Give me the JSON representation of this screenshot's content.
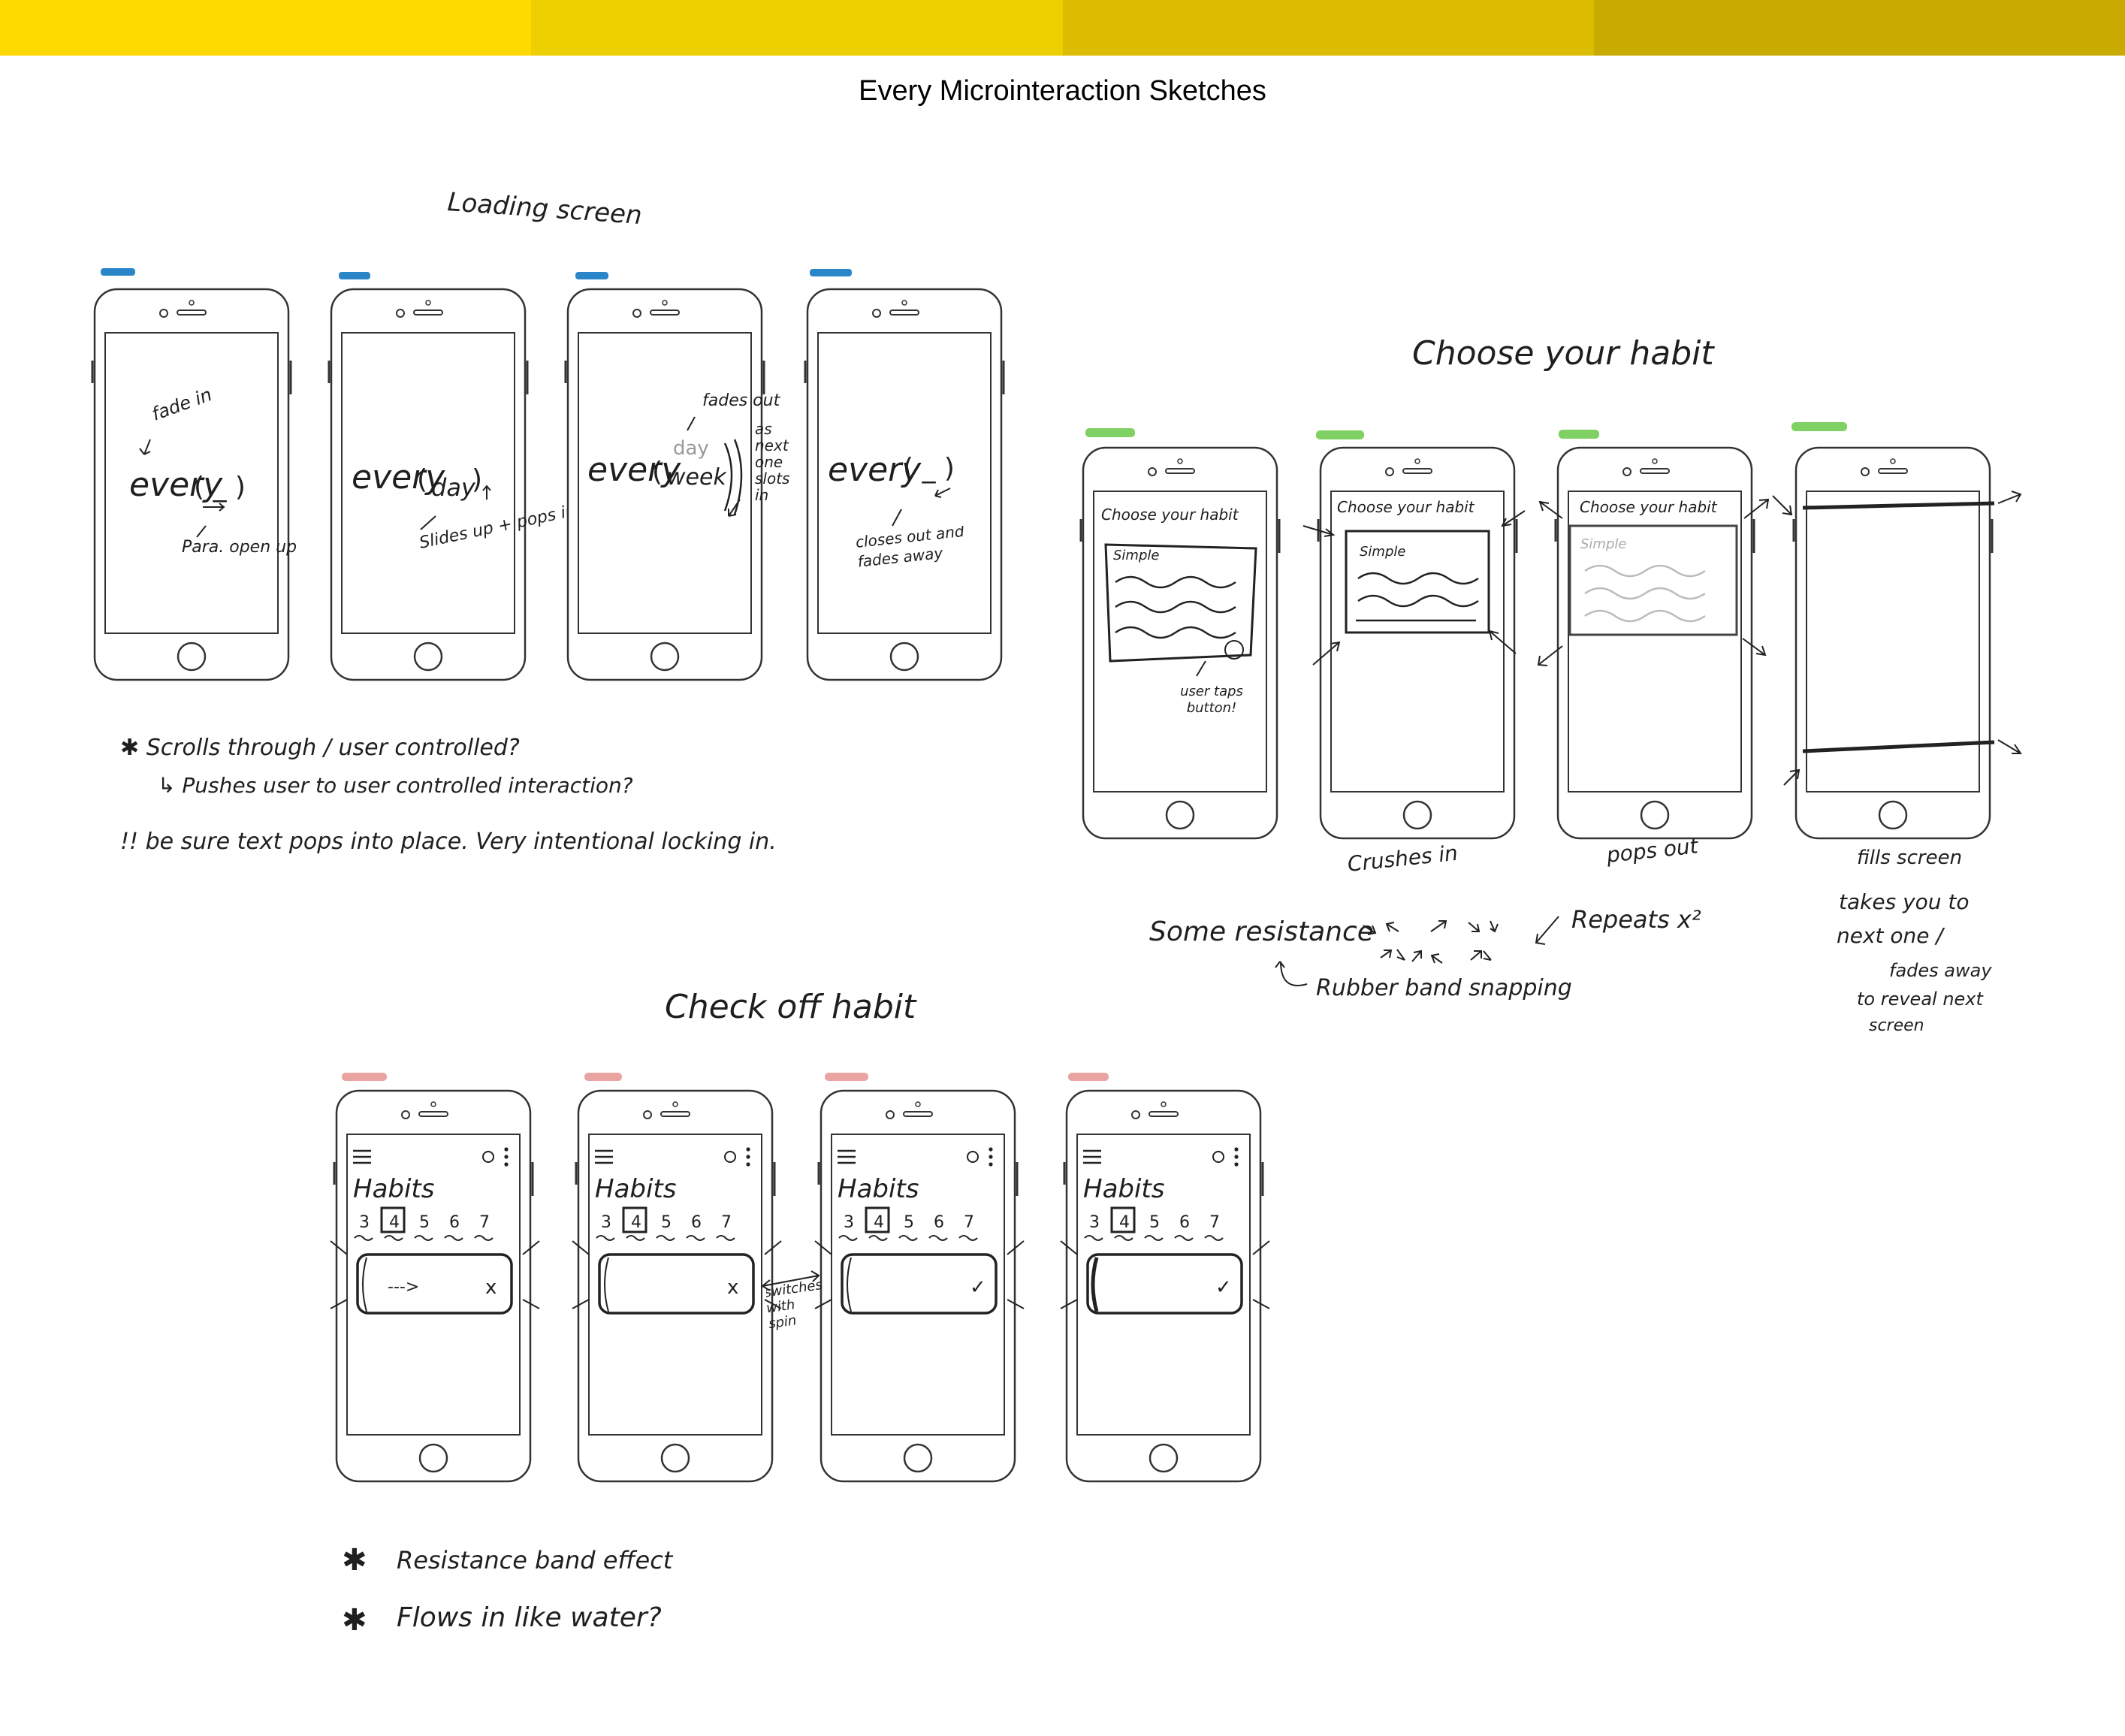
{
  "header": {
    "title": "Every Microinteraction Sketches",
    "stripe_colors": [
      "#FDD900",
      "#EDCF00",
      "#DCBC00",
      "#C9AA00"
    ]
  },
  "sections": {
    "loading": {
      "title": "Loading screen",
      "tab_color": "#2B85C9",
      "frames": [
        {
          "word": "every",
          "slot": "( _ )",
          "notes": [
            "fade in",
            "Para. open up"
          ]
        },
        {
          "word": "every",
          "slot": "day",
          "notes": [
            "Slides up + pops into place"
          ]
        },
        {
          "word": "every",
          "slot_top": "day",
          "slot": "week",
          "notes": [
            "fades out",
            "as next one slots in"
          ]
        },
        {
          "word": "every",
          "slot": "( _ )",
          "notes": [
            "closes out and fades away"
          ]
        }
      ],
      "notes": [
        "Scrolls through / user controlled?",
        "Pushes user to user controlled interaction?",
        "!! be sure text pops into place. Very intentional locking in."
      ]
    },
    "choose": {
      "title": "Choose your habit",
      "tab_color": "#7ED162",
      "screen_header": "Choose your habit",
      "card_label": "Simple",
      "frames": [
        {
          "caption": "",
          "note": "user taps button!"
        },
        {
          "caption": "Crushes in"
        },
        {
          "caption": "pops out"
        },
        {
          "caption": "fills screen"
        }
      ],
      "notes": {
        "resistance": "Some resistance",
        "repeats": "Repeats x²",
        "rubberband": "Rubber band snapping",
        "fills": [
          "takes you to",
          "next one /",
          "fades away",
          "to reveal next",
          "screen"
        ]
      }
    },
    "check": {
      "title": "Check off habit",
      "tab_color": "#E9A3A0",
      "screen_title": "Habits",
      "days": [
        "3",
        "4",
        "5",
        "6",
        "7"
      ],
      "frames": [
        {
          "mark": "x",
          "arrow": "--->"
        },
        {
          "mark": "x"
        },
        {
          "mark": "✓"
        },
        {
          "mark": "✓"
        }
      ],
      "switch_note": "switches with spin",
      "notes": [
        "Resistance band effect",
        "Flows in like water?"
      ]
    }
  }
}
